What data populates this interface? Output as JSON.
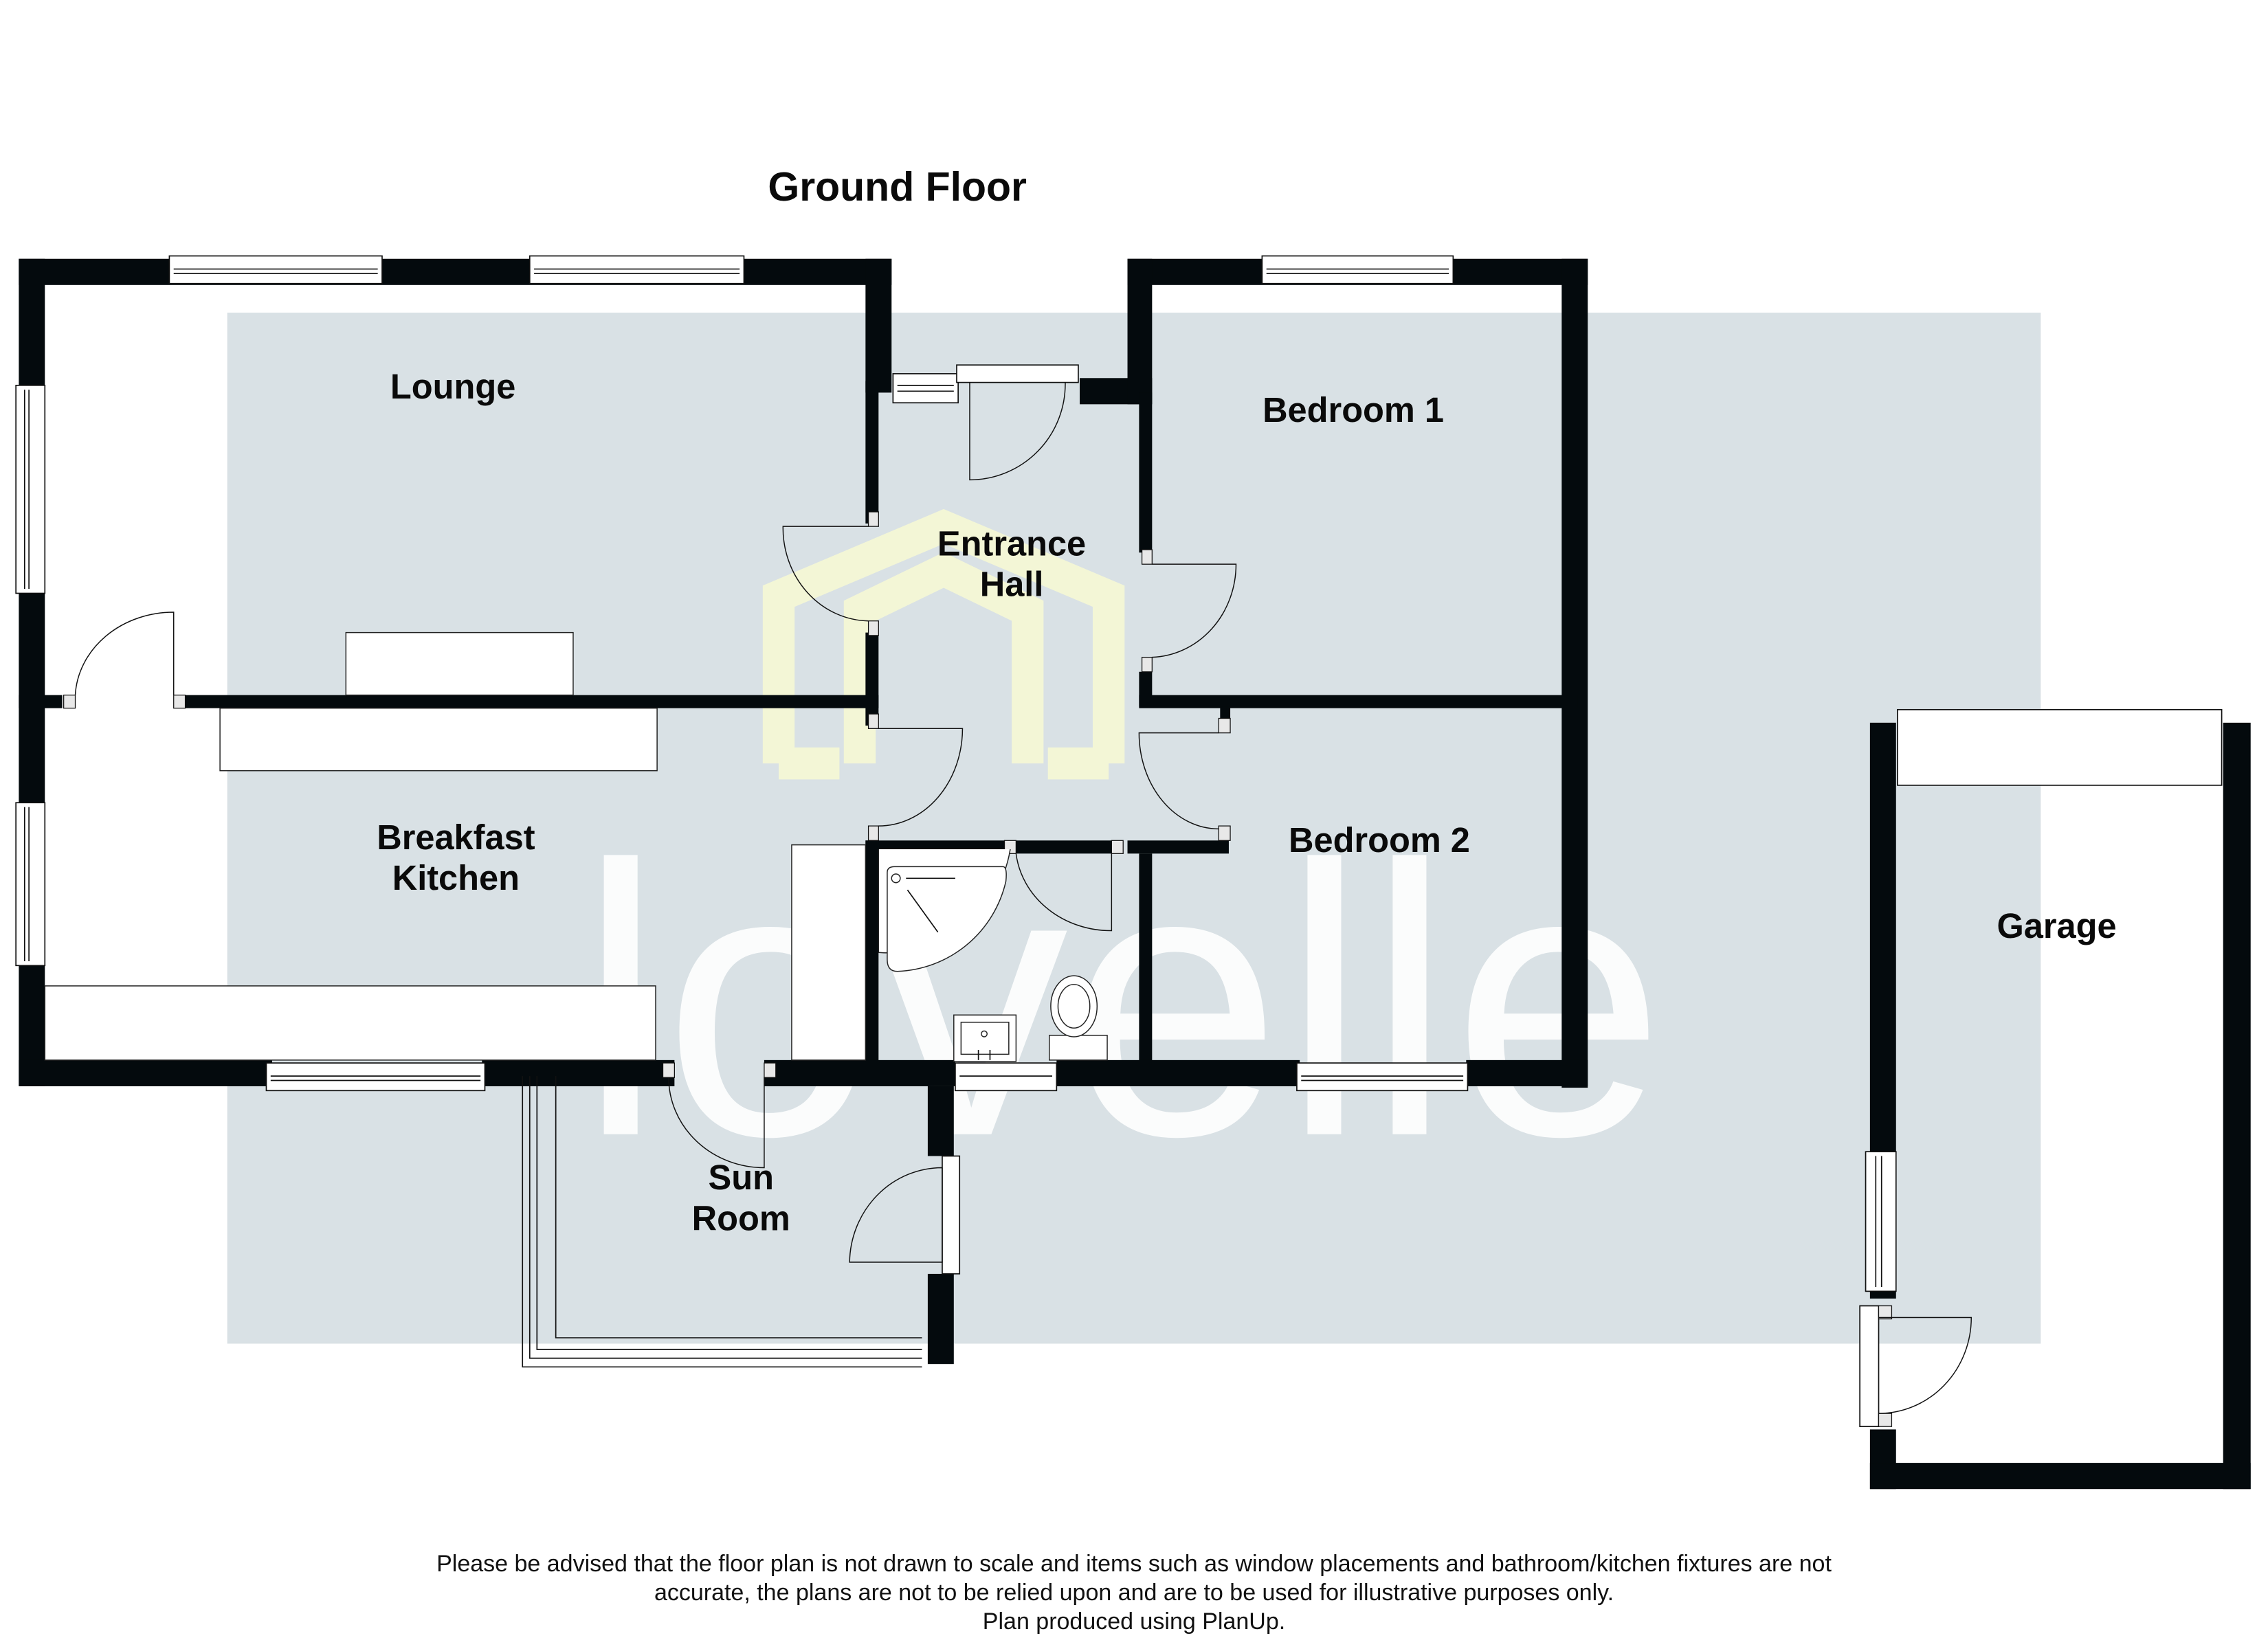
{
  "plan": {
    "title": "Ground Floor",
    "rooms": [
      {
        "id": "lounge",
        "label": "Lounge"
      },
      {
        "id": "entrance-hall",
        "label_line1": "Entrance",
        "label_line2": "Hall"
      },
      {
        "id": "bedroom-1",
        "label": "Bedroom 1"
      },
      {
        "id": "breakfast-kitchen",
        "label_line1": "Breakfast",
        "label_line2": "Kitchen"
      },
      {
        "id": "bedroom-2",
        "label": "Bedroom 2"
      },
      {
        "id": "sun-room",
        "label_line1": "Sun",
        "label_line2": "Room"
      },
      {
        "id": "garage",
        "label": "Garage"
      }
    ]
  },
  "watermark": {
    "text": "lovelle",
    "band_color": "#d9e1e5",
    "logo_color": "#f6f8dc"
  },
  "colors": {
    "wall": "#040a0d",
    "background": "#ffffff"
  },
  "footer": {
    "line1": "Please be advised that the floor plan is not drawn to scale and items such as window placements and bathroom/kitchen fixtures are not",
    "line2": "accurate, the plans are not to be relied upon and are to be used for illustrative purposes only.",
    "line3": "Plan produced using PlanUp."
  }
}
